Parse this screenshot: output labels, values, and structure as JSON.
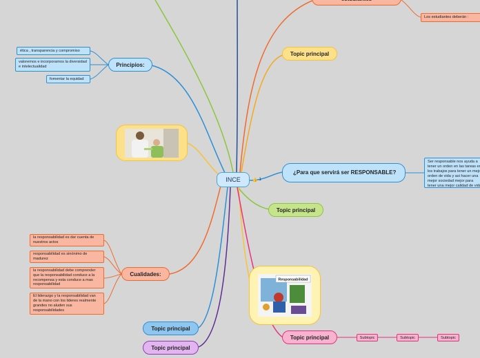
{
  "center": {
    "label": "INCE",
    "badge_count": "1"
  },
  "branches": {
    "estudiantes_topic": "estudiantes",
    "estudiantes_leaf": "Los estudiantes deberán :",
    "topic_principal_1": "Topic principal",
    "principios": "Principios:",
    "principios_items": [
      "ética , transparencia y compromiso",
      "valoremos e incorporamos la diversidad e intelectualidad",
      "fomentar la equidad"
    ],
    "para_que": "¿Para que servirá ser RESPONSABLE?",
    "para_que_leaf": "Ser responsable nos ayuda a tener un orden en las tareas en los trabajos para tener un mejor orden de vida y asi hacer una mejor sociedad mejor para tener una mejor calidad de vida con buenos valores",
    "topic_principal_2": "Topic principal",
    "cualidades": "Cualidades:",
    "cualidades_items": [
      "la responsabilidad es dar cuenta de nuestros actos",
      "responsabilidad es sinónimo de madurez",
      "la responsabilidad debe comprender que la responsabilidad conduce a la recompensa y esta conduce a mas responsabilidad",
      "El liderazgo y la responsabilidad van de la mano con los lideres realmente grandes no aluden sus responsabilidades"
    ],
    "topic_principal_blue": "Topic principal",
    "topic_principal_purple": "Topic principal",
    "topic_principal_pink": "Topic principal",
    "subtopics": [
      "Subtopic",
      "Subtopic",
      "Subtopic"
    ],
    "image_caption": "Responsabilidad"
  },
  "colors": {
    "background": "#d6d6d6",
    "blue": "#2b8fd6",
    "orange": "#f06a2c",
    "green": "#8cc63f",
    "yellow": "#f6c33a",
    "pink": "#e8337a",
    "purple": "#5c2d91",
    "navy": "#1f4e9a"
  }
}
